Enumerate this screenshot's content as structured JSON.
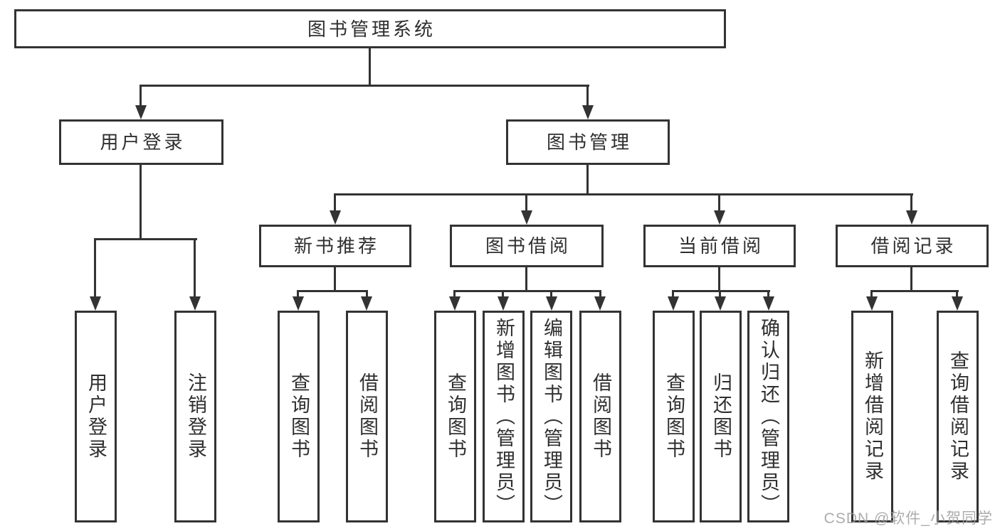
{
  "diagram": {
    "type": "tree",
    "nodes": {
      "root": "图书管理系统",
      "user_login": "用户登录",
      "book_mgmt": "图书管理",
      "new_book_rec": "新书推荐",
      "book_borrow": "图书借阅",
      "current_borrow": "当前借阅",
      "borrow_records": "借阅记录",
      "leaf_user_login": "用户登录",
      "leaf_logout": "注销登录",
      "leaf_query_book_1": "查询图书",
      "leaf_borrow_book_1": "借阅图书",
      "leaf_query_book_2": "查询图书",
      "leaf_add_book_admin": "新增图书（管理员）",
      "leaf_edit_book_admin": "编辑图书（管理员）",
      "leaf_borrow_book_2": "借阅图书",
      "leaf_query_book_3": "查询图书",
      "leaf_return_book": "归还图书",
      "leaf_confirm_return_admin": "确认归还（管理员）",
      "leaf_add_borrow_record": "新增借阅记录",
      "leaf_query_borrow_record": "查询借阅记录"
    },
    "edges": [
      "root>user_login",
      "root>book_mgmt",
      "user_login>leaf_user_login",
      "user_login>leaf_logout",
      "book_mgmt>new_book_rec",
      "book_mgmt>book_borrow",
      "book_mgmt>current_borrow",
      "book_mgmt>borrow_records",
      "new_book_rec>leaf_query_book_1",
      "new_book_rec>leaf_borrow_book_1",
      "book_borrow>leaf_query_book_2",
      "book_borrow>leaf_add_book_admin",
      "book_borrow>leaf_edit_book_admin",
      "book_borrow>leaf_borrow_book_2",
      "current_borrow>leaf_query_book_3",
      "current_borrow>leaf_return_book",
      "current_borrow>leaf_confirm_return_admin",
      "borrow_records>leaf_add_borrow_record",
      "borrow_records>leaf_query_borrow_record"
    ]
  },
  "watermark": "CSDN @软件_小贺同学",
  "colors": {
    "line": "#333333",
    "text": "#2f2f2f",
    "background": "#ffffff",
    "watermark": "#9e9e9e"
  }
}
